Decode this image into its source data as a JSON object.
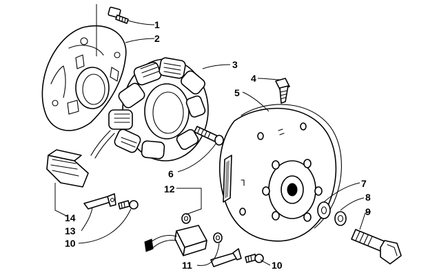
{
  "callouts": {
    "c1": "1",
    "c2": "2",
    "c3": "3",
    "c4": "4",
    "c5": "5",
    "c6": "6",
    "c7": "7",
    "c8": "8",
    "c9": "9",
    "c10a": "10",
    "c10b": "10",
    "c11": "11",
    "c12": "12",
    "c13": "13",
    "c14": "14"
  },
  "colors": {
    "line": "#000000",
    "background": "#ffffff",
    "shade": "#9a9a9a"
  }
}
